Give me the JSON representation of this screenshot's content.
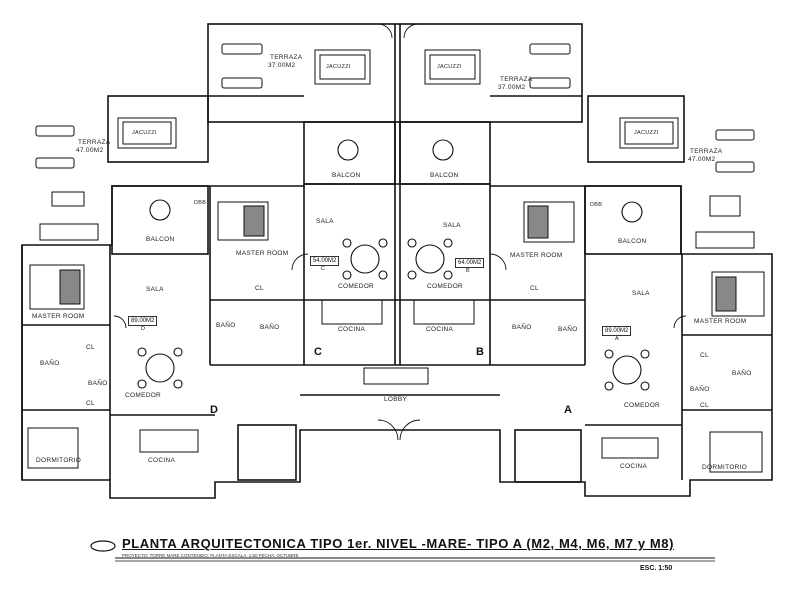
{
  "labels": {
    "terraza_top_left": "TERRAZA",
    "terraza_top_left_area": "37.00M2",
    "terraza_top_right": "TERRAZA",
    "terraza_top_right_area": "37.00M2",
    "terraza_left": "TERRAZA",
    "terraza_left_area": "47.00M2",
    "terraza_right": "TERRAZA",
    "terraza_right_area": "47.00M2",
    "jacuzzi": "JACUZZI",
    "balcon": "BALCON",
    "sala": "SALA",
    "master_room": "MASTER ROOM",
    "comedor": "COMEDOR",
    "cocina": "COCINA",
    "bano": "BAÑO",
    "cl": "CL",
    "dormitorio": "DORMITORIO",
    "lobby": "LOBBY",
    "dbb": "DBB"
  },
  "units": {
    "a_area": "89.00M2",
    "a_letter": "A",
    "b_area": "64.00M2",
    "b_letter": "B",
    "c_area": "54.00M2",
    "c_letter": "C",
    "d_area": "89.00M2",
    "d_letter": "D"
  },
  "title": "PLANTA ARQUITECTONICA TIPO 1er. NIVEL -MARE- TIPO A (M2, M4, M6, M7 y M8)",
  "subtitle": "PROYECTO: TORRE MARE   CONTENIDO: PLANTA   ESCALA: 1:50   FECHA: OCTUBRE",
  "scale": "ESC. 1:50"
}
